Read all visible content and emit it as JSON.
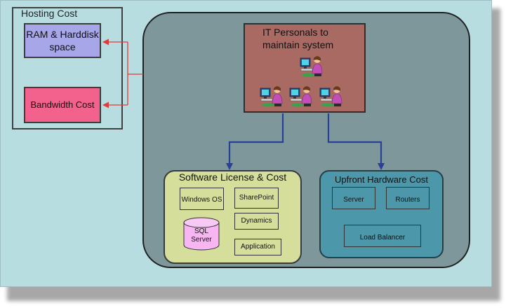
{
  "hosting": {
    "title": "Hosting Cost",
    "ram_label": "RAM & Harddisk space",
    "bandwidth_label": "Bandwidth Cost"
  },
  "it_staff": {
    "label": "IT Personals to maintain system",
    "icon": "person-at-computer-icon"
  },
  "software": {
    "title": "Software License & Cost",
    "windows": "Windows OS",
    "sql": "SQL Server",
    "sharepoint": "SharePoint",
    "dynamics": "Dynamics",
    "application": "Application"
  },
  "hardware": {
    "title": "Upfront Hardware Cost",
    "server": "Server",
    "routers": "Routers",
    "load_balancer": "Load Balancer"
  },
  "colors": {
    "background": "#b7dde1",
    "main_panel": "#7d979b",
    "it_box": "#a96a64",
    "software_panel": "#d5df9b",
    "hardware_panel": "#4c97a9",
    "ram_box": "#a6a6e8",
    "bandwidth_box": "#f2628d",
    "sql_cylinder": "#f7b6f2",
    "arrow_blue": "#2a3f98",
    "arrow_red": "#e23a3a"
  }
}
